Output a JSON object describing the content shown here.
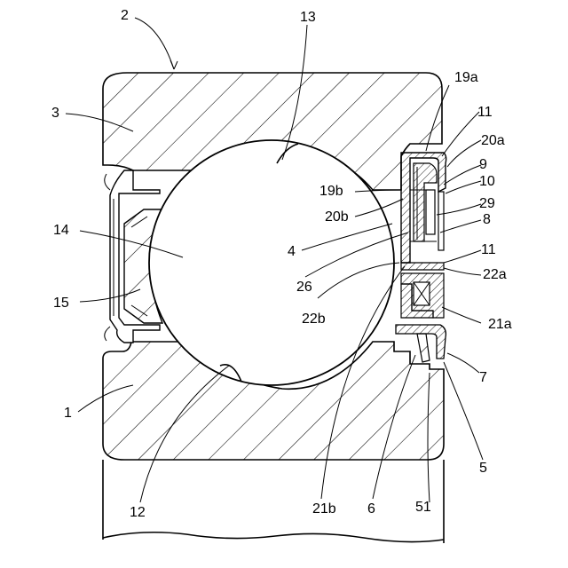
{
  "figure": {
    "labels": {
      "l1": "1",
      "l2": "2",
      "l3": "3",
      "l4": "4",
      "l5": "5",
      "l6": "6",
      "l7": "7",
      "l8": "8",
      "l9": "9",
      "l10": "10",
      "l11a": "11",
      "l11b": "11",
      "l12": "12",
      "l13": "13",
      "l14": "14",
      "l15": "15",
      "l19a": "19a",
      "l19b": "19b",
      "l20a": "20a",
      "l20b": "20b",
      "l21a": "21a",
      "l21b": "21b",
      "l22a": "22a",
      "l22b": "22b",
      "l26": "26",
      "l29": "29",
      "l51": "51"
    }
  }
}
